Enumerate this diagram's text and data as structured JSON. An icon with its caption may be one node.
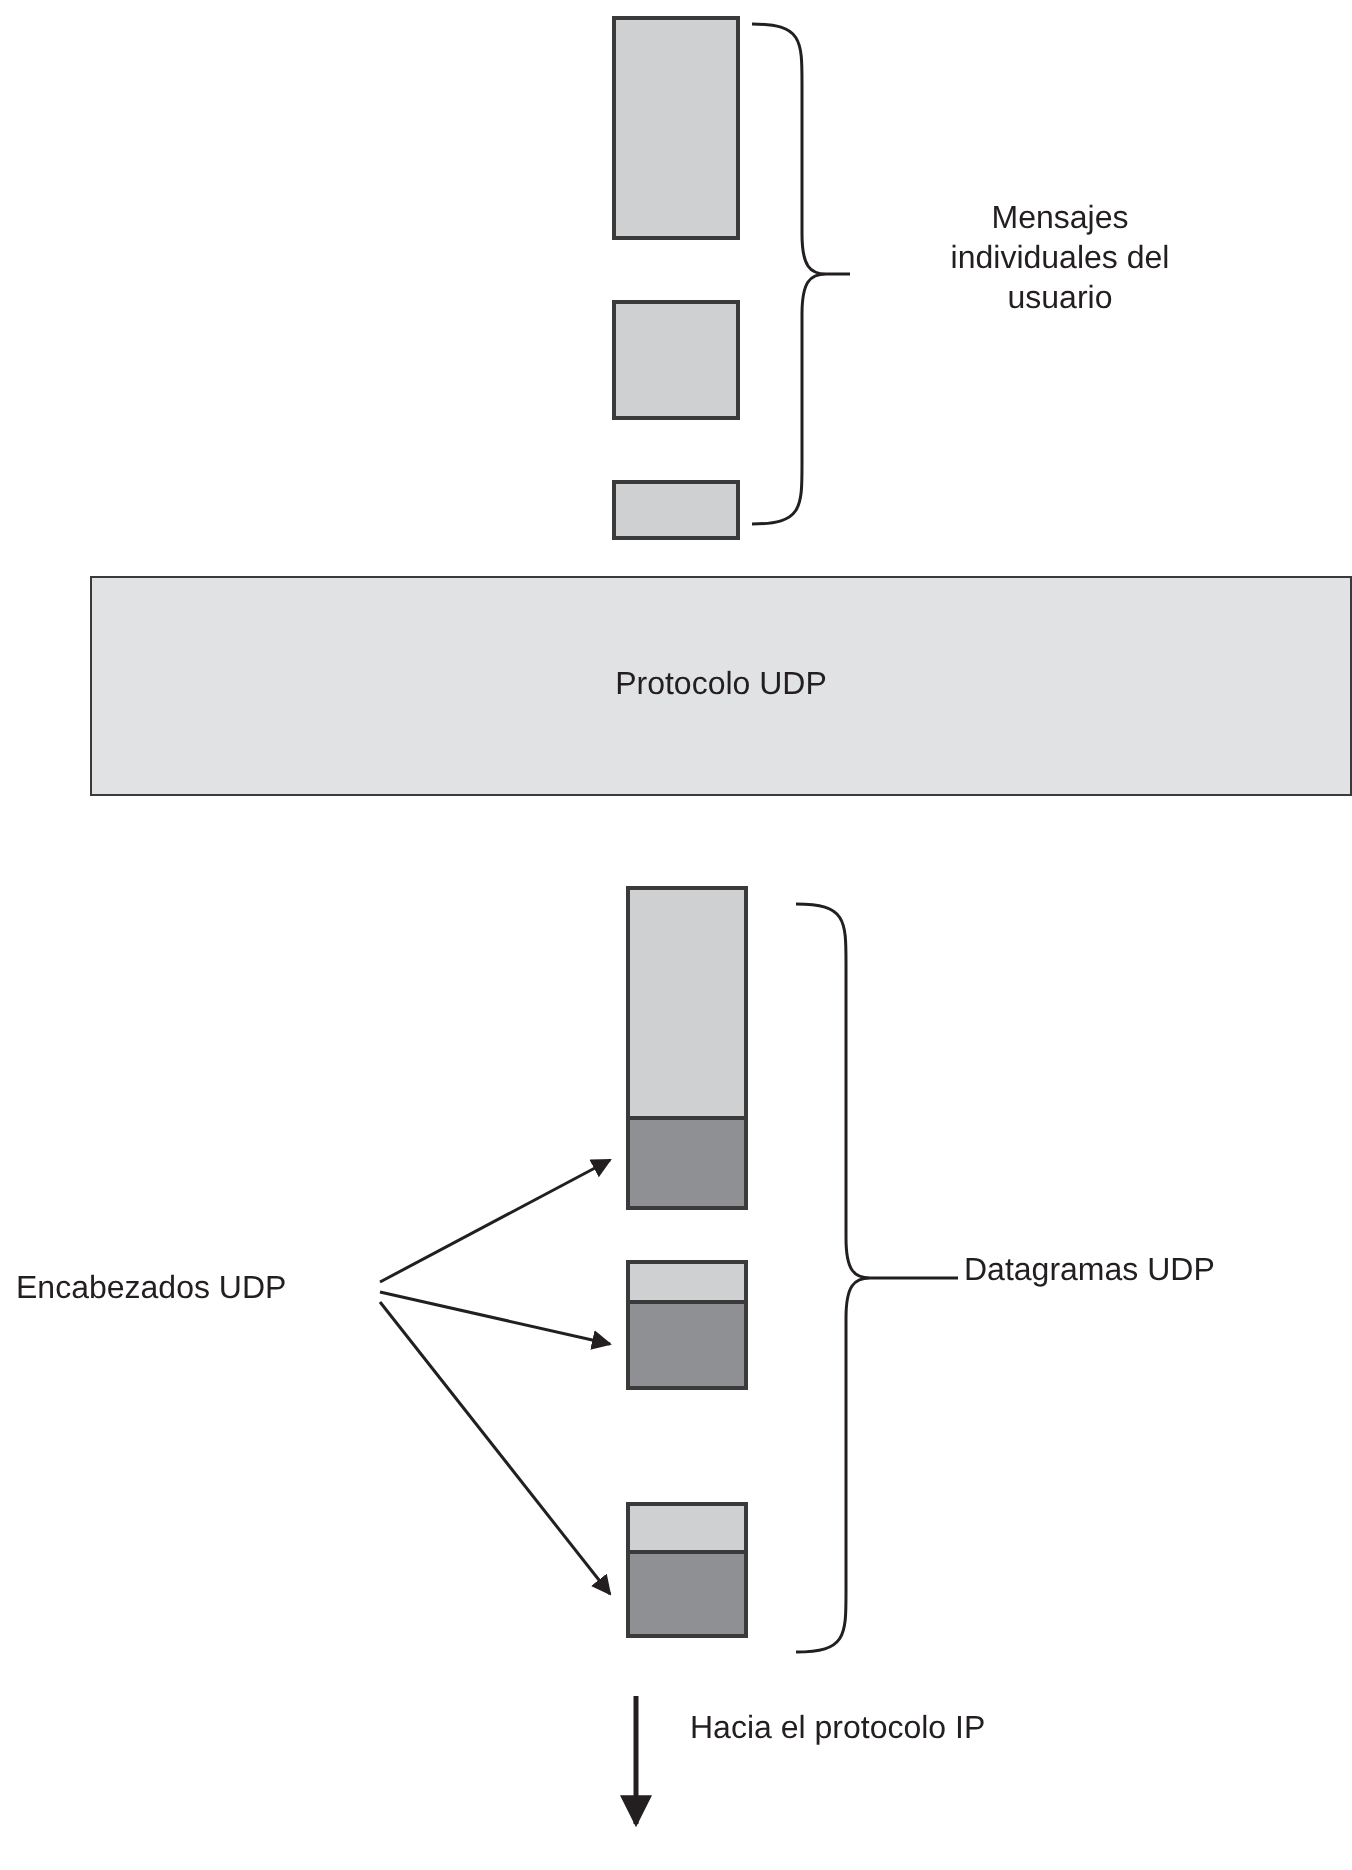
{
  "diagram": {
    "nodes": [
      {
        "text": [],
        "shape": "box"
      },
      {
        "text": [],
        "shape": "box"
      },
      {
        "text": [],
        "shape": "box"
      },
      {
        "text": [
          "Mensajes individuales del usuario"
        ]
      },
      {
        "text": [
          "Protocolo UDP"
        ]
      },
      {
        "text": [],
        "shape": "box"
      },
      {
        "text": [],
        "shape": "box"
      },
      {
        "text": [],
        "shape": "box"
      },
      {
        "text": [],
        "shape": "box"
      },
      {
        "text": [],
        "shape": "box"
      },
      {
        "text": [],
        "shape": "box"
      },
      {
        "text": [
          "Datagramas UDP"
        ]
      },
      {
        "text": [
          "Encabezados UDP"
        ]
      }
    ],
    "edges": [
      {
        "from": 12,
        "to": 6,
        "arrow": "to"
      },
      {
        "from": 12,
        "to": 8,
        "arrow": "to"
      },
      {
        "from": 12,
        "to": 10,
        "arrow": "to"
      }
    ],
    "labels": [
      "Hacia el protocolo IP"
    ]
  }
}
